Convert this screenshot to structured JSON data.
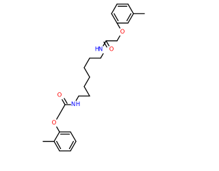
{
  "molecule": {
    "colors": {
      "bond": "#000000",
      "oxygen": "#ff0000",
      "nitrogen": "#0000ff"
    },
    "atom_labels": {
      "o_ether_top": "O",
      "o_carbonyl_top": "O",
      "n_amide_top": "N",
      "h_amide_top": "H",
      "n_amide_bottom": "N",
      "h_amide_bottom": "H",
      "o_carbonyl_bottom": "O",
      "o_ether_bottom": "O"
    }
  }
}
